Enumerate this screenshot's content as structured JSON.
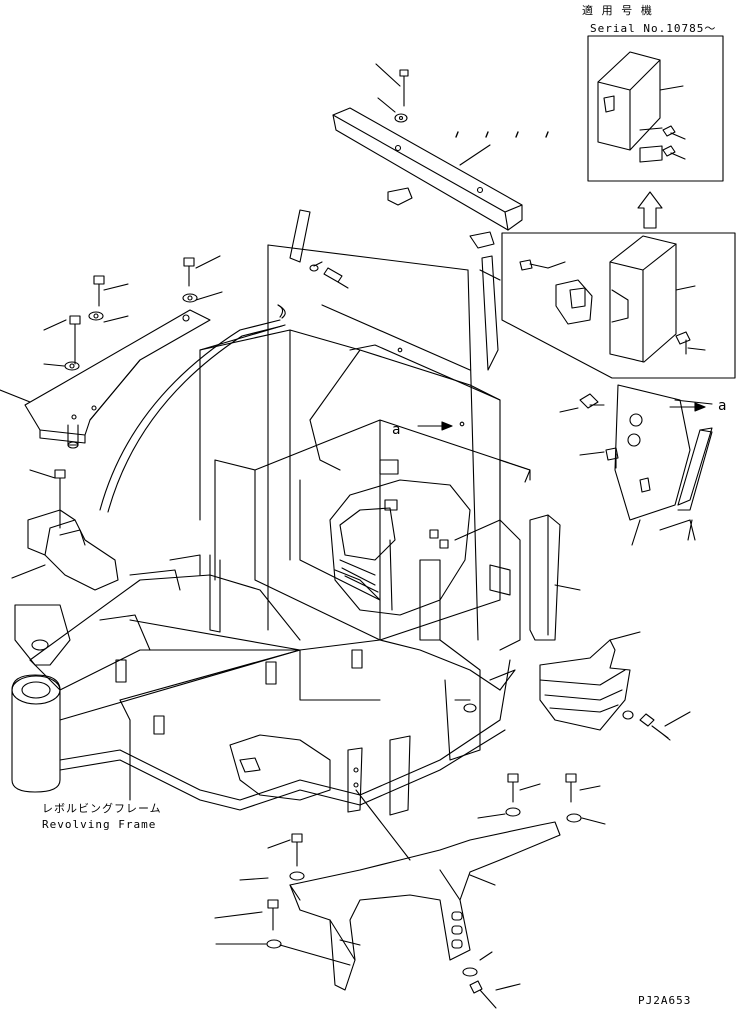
{
  "inset": {
    "heading": "適 用 号 機",
    "serial": "Serial No.10785～"
  },
  "frame_label": {
    "japanese": "レボルビングフレーム",
    "english": "Revolving Frame"
  },
  "view_markers": {
    "a_center": "a",
    "a_right": "a"
  },
  "drawing_code": "PJ2A653",
  "colors": {
    "line": "#000000",
    "background": "#ffffff"
  }
}
